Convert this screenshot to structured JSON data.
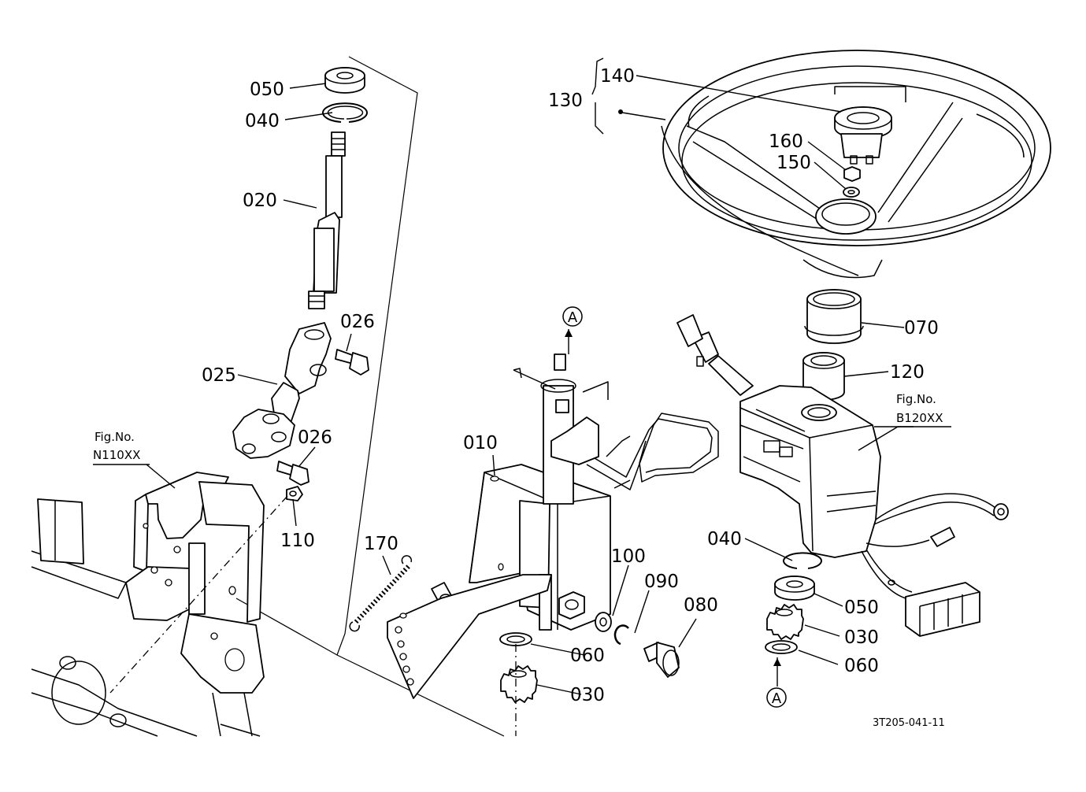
{
  "diagram": {
    "drawing_number": "3T205-041-11",
    "figure_refs": [
      {
        "id": "n110",
        "line1": "Fig.No.",
        "line2": "N110XX"
      },
      {
        "id": "b120",
        "line1": "Fig.No.",
        "line2": "B120XX"
      }
    ],
    "callout_markers": [
      {
        "id": "top",
        "label": "A"
      },
      {
        "id": "bottom",
        "label": "A"
      }
    ],
    "part_labels": [
      {
        "id": "p050a",
        "text": "050"
      },
      {
        "id": "p040a",
        "text": "040"
      },
      {
        "id": "p020",
        "text": "020"
      },
      {
        "id": "p026a",
        "text": "026"
      },
      {
        "id": "p025",
        "text": "025"
      },
      {
        "id": "p026b",
        "text": "026"
      },
      {
        "id": "p110",
        "text": "110"
      },
      {
        "id": "p170",
        "text": "170"
      },
      {
        "id": "p010",
        "text": "010"
      },
      {
        "id": "p100",
        "text": "100"
      },
      {
        "id": "p090",
        "text": "090"
      },
      {
        "id": "p080",
        "text": "080"
      },
      {
        "id": "p060a",
        "text": "060"
      },
      {
        "id": "p030a",
        "text": "030"
      },
      {
        "id": "p140",
        "text": "140"
      },
      {
        "id": "p130",
        "text": "130"
      },
      {
        "id": "p160",
        "text": "160"
      },
      {
        "id": "p150",
        "text": "150"
      },
      {
        "id": "p070",
        "text": "070"
      },
      {
        "id": "p120",
        "text": "120"
      },
      {
        "id": "p040b",
        "text": "040"
      },
      {
        "id": "p050b",
        "text": "050"
      },
      {
        "id": "p030b",
        "text": "030"
      },
      {
        "id": "p060b",
        "text": "060"
      }
    ]
  }
}
